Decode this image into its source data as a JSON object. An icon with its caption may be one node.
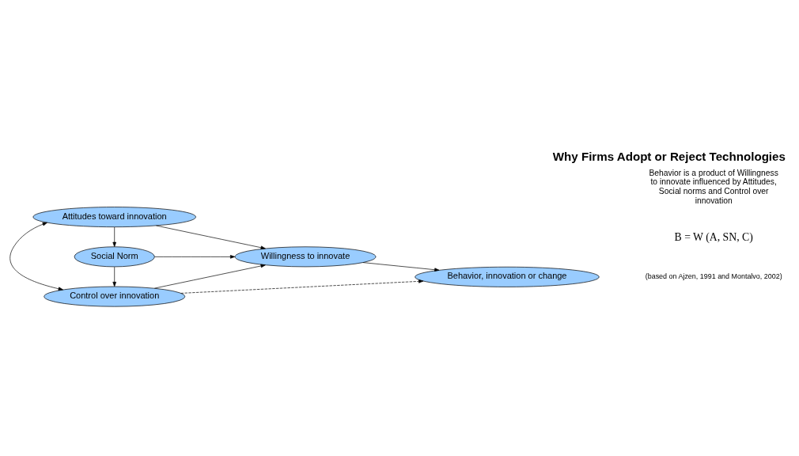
{
  "diagram": {
    "title": "Why Firms Adopt or Reject Technologies",
    "nodes": [
      {
        "text": [
          "Attitudes toward innovation"
        ]
      },
      {
        "text": [
          "Social Norm"
        ]
      },
      {
        "text": [
          "Control over innovation"
        ]
      },
      {
        "text": [
          "Willingness to innovate"
        ]
      },
      {
        "text": [
          "Behavior, innovation or change"
        ]
      }
    ],
    "edges": [
      {
        "from": 0,
        "to": 1,
        "arrow": "to"
      },
      {
        "from": 1,
        "to": 2,
        "arrow": "to"
      },
      {
        "from": 0,
        "to": 2,
        "arrow": "both"
      },
      {
        "from": 0,
        "to": 3,
        "arrow": "to"
      },
      {
        "from": 1,
        "to": 3,
        "arrow": "to"
      },
      {
        "from": 2,
        "to": 3,
        "arrow": "to"
      },
      {
        "from": 3,
        "to": 4,
        "arrow": "to"
      },
      {
        "from": 2,
        "to": 4,
        "arrow": "to",
        "style": "dashed"
      }
    ],
    "labels": [
      "(based on Ajzen, 1991 and Montalvo, 2002)",
      "B = W (A, SN, C)",
      "Behavior is a product of Willingness to innovate influenced by Attitudes, Social norms and Control over innovation"
    ]
  }
}
